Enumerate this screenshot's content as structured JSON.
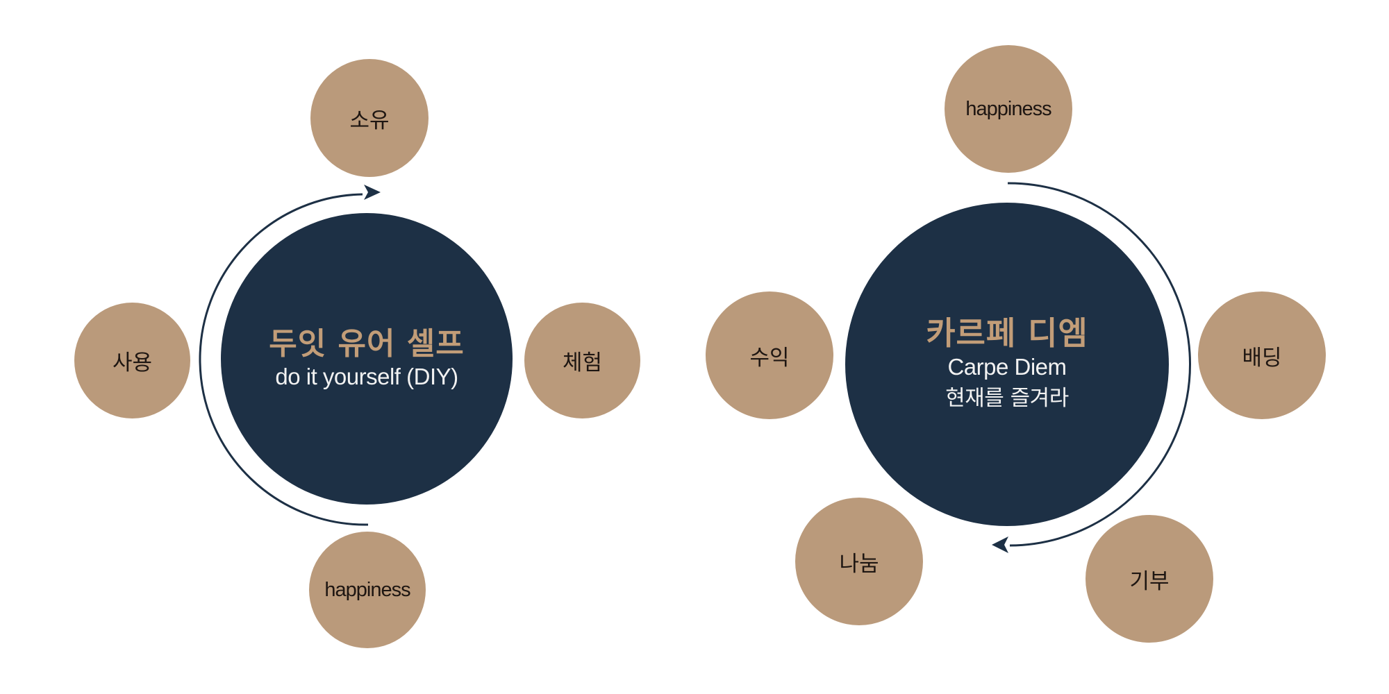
{
  "colors": {
    "hub_fill": "#1D3045",
    "node_fill": "#BA9A7B",
    "title_text": "#C29D78",
    "subtitle_text": "#F2F2F2",
    "node_text": "#1E1612",
    "arrow_stroke": "#1D3045"
  },
  "diagrams": [
    {
      "hub": {
        "title": "두잇 유어 셀프",
        "subtitle": "do it yourself (DIY)"
      },
      "cycle_direction": "clockwise",
      "nodes": [
        {
          "position": "top",
          "label": "소유"
        },
        {
          "position": "right",
          "label": "체험"
        },
        {
          "position": "bottom",
          "label": "happiness"
        },
        {
          "position": "left",
          "label": "사용"
        }
      ]
    },
    {
      "hub": {
        "title": "카르페 디엠",
        "subtitle": "Carpe Diem",
        "subtitle2": "현재를 즐겨라"
      },
      "cycle_direction": "clockwise",
      "nodes": [
        {
          "position": "top",
          "label": "happiness"
        },
        {
          "position": "right",
          "label": "배딩"
        },
        {
          "position": "bottom-right",
          "label": "기부"
        },
        {
          "position": "bottom-left",
          "label": "나눔"
        },
        {
          "position": "left",
          "label": "수익"
        }
      ]
    }
  ]
}
